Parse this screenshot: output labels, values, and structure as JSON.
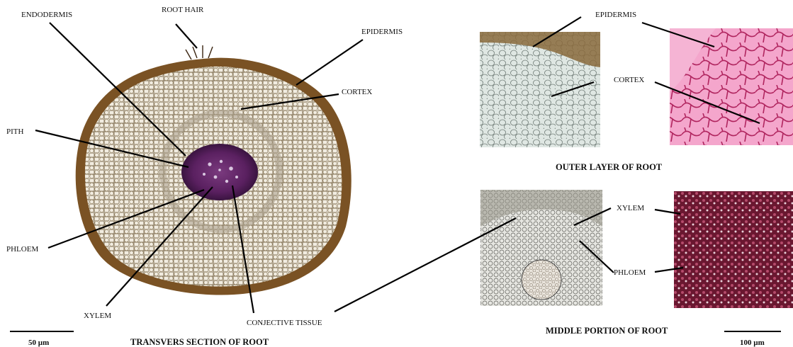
{
  "labels": {
    "endodermis": "ENDODERMIS",
    "root_hair": "ROOT HAIR",
    "epidermis_main": "EPIDERMIS",
    "cortex_main": "CORTEX",
    "pith": "PITH",
    "phloem_main": "PHLOEM",
    "xylem_main": "XYLEM",
    "conjective_tissue": "CONJECTIVE TISSUE",
    "epidermis_outer": "EPIDERMIS",
    "cortex_outer": "CORTEX",
    "xylem_middle": "XYLEM",
    "phloem_middle": "PHLOEM"
  },
  "captions": {
    "transverse": "TRANSVERS SECTION OF ROOT",
    "outer_layer": "OUTER LAYER OF ROOT",
    "middle_portion": "MIDDLE PORTION OF ROOT"
  },
  "scale_bars": {
    "left": "50 µm",
    "right": "100 µm"
  },
  "colors": {
    "cell_wall": "#6b5a40",
    "epidermis_brown": "#5a3a14",
    "stele_purple": "#5a2060",
    "stained_pink": "#e879b0",
    "stained_red": "#7a1535"
  }
}
